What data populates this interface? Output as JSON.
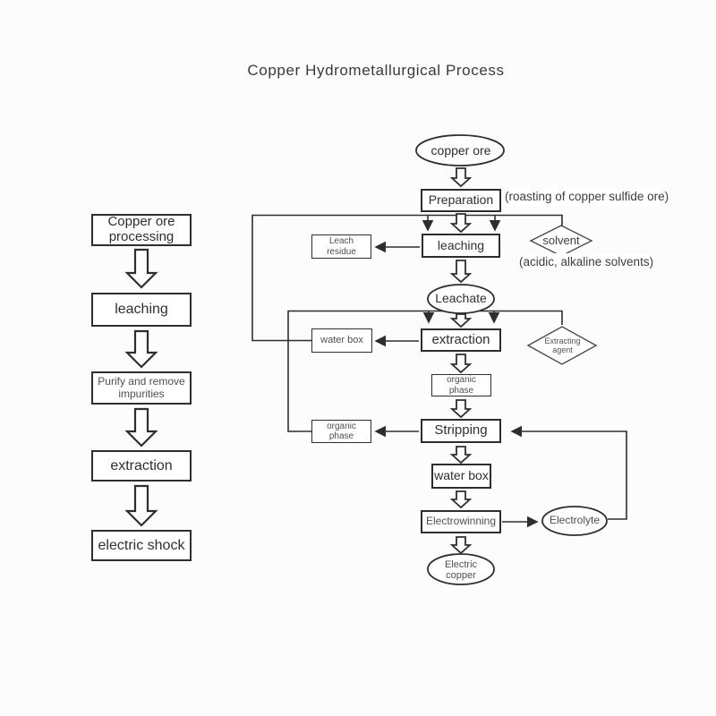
{
  "title": "Copper Hydrometallurgical Process",
  "left_column": {
    "steps": [
      "Copper ore processing",
      "leaching",
      "Purify and remove impurities",
      "extraction",
      "electric shock"
    ]
  },
  "flowchart": {
    "copper_ore": "copper ore",
    "preparation": "Preparation",
    "roasting_note": "(roasting of copper sulfide ore)",
    "leaching": "leaching",
    "leach_residue": "Leach residue",
    "solvent": "solvent",
    "solvent_note": "(acidic, alkaline solvents)",
    "leachate": "Leachate",
    "extraction": "extraction",
    "water_box_left": "water box",
    "extracting_agent": "Extracting agent",
    "organic_phase_mid": "organic phase",
    "stripping": "Stripping",
    "organic_phase_left": "organic phase",
    "water_box": "water box",
    "electrowinning": "Electrowinning",
    "electrolyte": "Electrolyte",
    "electric_copper": "Electric copper"
  },
  "colors": {
    "line": "#2e2e2e",
    "text": "#3a3a3a",
    "muted_text": "#4f4f4f",
    "background": "#fcfcfc"
  }
}
